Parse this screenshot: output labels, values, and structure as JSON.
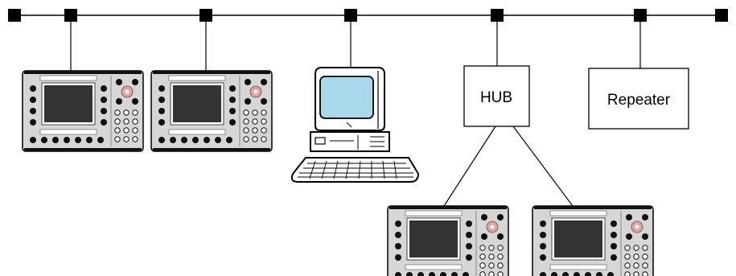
{
  "network": {
    "hub_label": "HUB",
    "repeater_label": "Repeater",
    "bus_node_count": 7
  },
  "devices": {
    "bus_panels": [
      "operator-panel",
      "operator-panel"
    ],
    "computer": "pc-workstation",
    "hub_panels": [
      "operator-panel",
      "operator-panel"
    ]
  },
  "colors": {
    "line": "#000000",
    "panel_body": "#d6d6d6",
    "panel_screen": "#333333",
    "monitor_screen": "#a8d8ea",
    "accent": "#e8a0a0"
  }
}
